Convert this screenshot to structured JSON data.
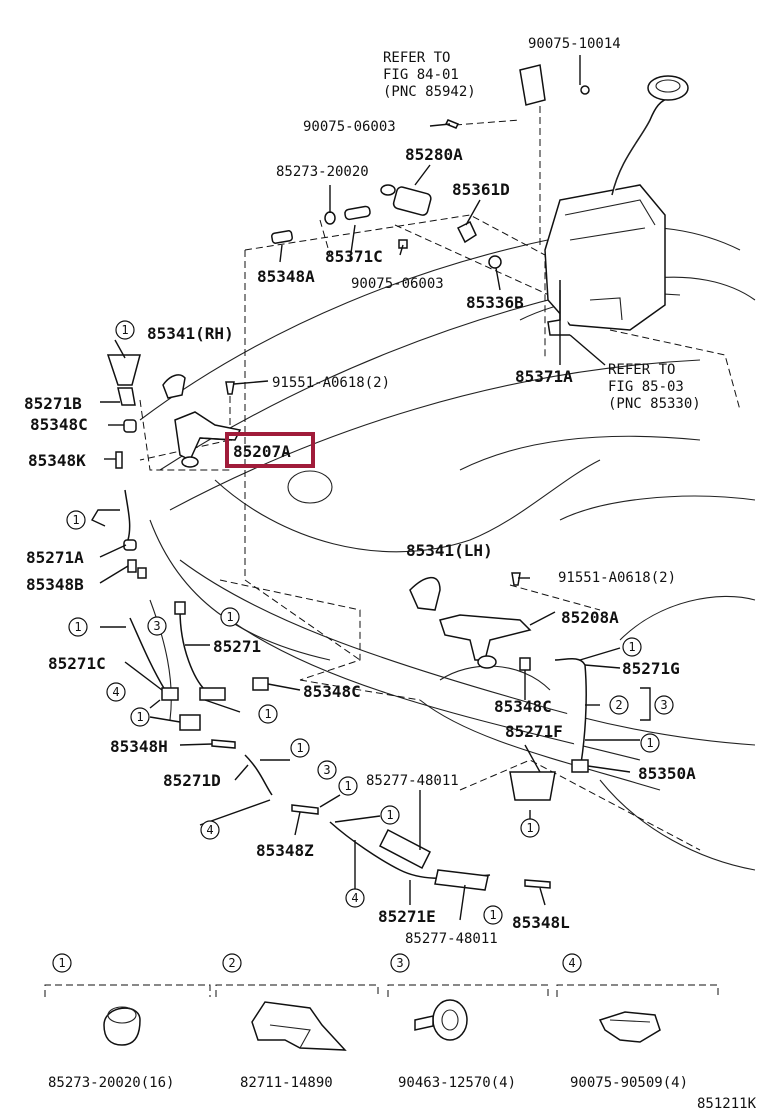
{
  "header": {
    "refer_top_1": "REFER TO",
    "refer_top_2": "FIG 84-01",
    "refer_top_3": "(PNC 85942)",
    "refer_right_1": "REFER TO",
    "refer_right_2": "FIG 85-03",
    "refer_right_3": "(PNC 85330)"
  },
  "labels": {
    "p90075_10014": "90075-10014",
    "p90075_06003_a": "90075-06003",
    "p85280A": "85280A",
    "p85273_20020": "85273-20020",
    "p85361D": "85361D",
    "p85371C": "85371C",
    "p85348A": "85348A",
    "p90075_06003_b": "90075-06003",
    "p85336B": "85336B",
    "p85341RH": "85341(RH)",
    "p91551_a": "91551-A0618(2)",
    "p85371A": "85371A",
    "p85271B": "85271B",
    "p85348C_a": "85348C",
    "p85207A": "85207A",
    "p85348K": "85348K",
    "p85271A": "85271A",
    "p85348B": "85348B",
    "p85341LH": "85341(LH)",
    "p91551_b": "91551-A0618(2)",
    "p85208A": "85208A",
    "p85271C": "85271C",
    "p85271": "85271",
    "p85271G": "85271G",
    "p85348C_b": "85348C",
    "p85348C_c": "85348C",
    "p85271F": "85271F",
    "p85348H": "85348H",
    "p85350A": "85350A",
    "p85271D": "85271D",
    "p85277_a": "85277-48011",
    "p85348Z": "85348Z",
    "p85271E": "85271E",
    "p85348L": "85348L",
    "p85277_b": "85277-48011"
  },
  "callout_numbers": [
    "1",
    "2",
    "3",
    "4"
  ],
  "legend": {
    "items": [
      {
        "number": "1",
        "part": "85273-20020(16)"
      },
      {
        "number": "2",
        "part": "82711-14890"
      },
      {
        "number": "3",
        "part": "90463-12570(4)"
      },
      {
        "number": "4",
        "part": "90075-90509(4)"
      }
    ]
  },
  "figure_code": "851211K",
  "colors": {
    "highlight": "#a01c3a",
    "ink": "#111111"
  }
}
